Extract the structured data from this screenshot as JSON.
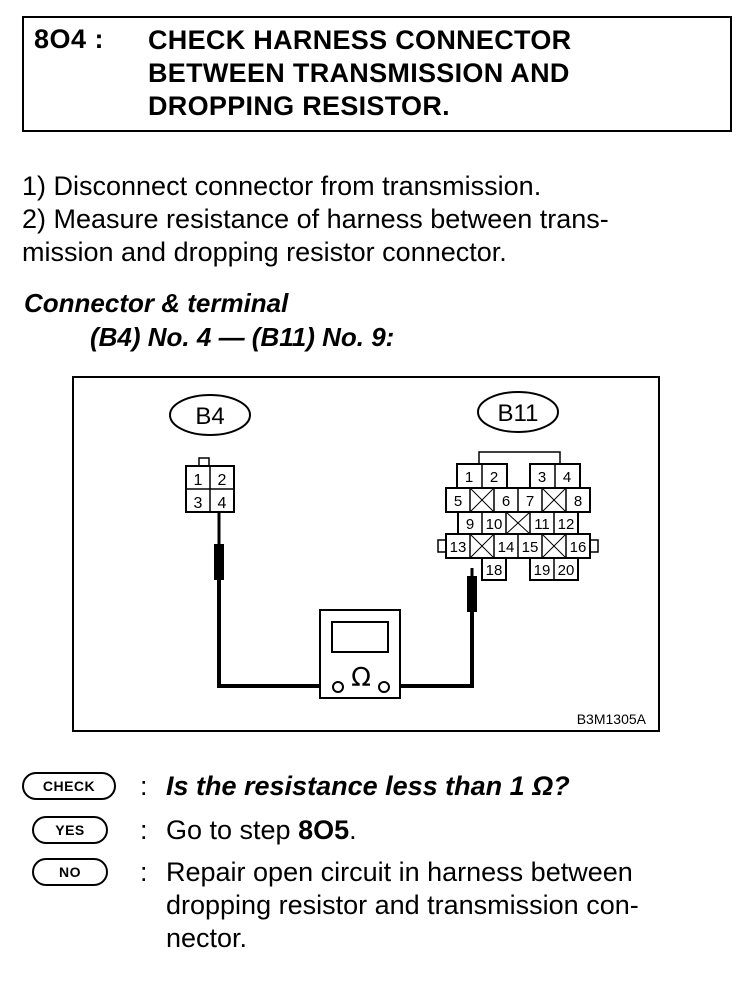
{
  "header": {
    "step_code": "8O4 :",
    "title_lines": [
      "CHECK HARNESS CONNECTOR",
      "BETWEEN TRANSMISSION AND",
      "DROPPING RESISTOR."
    ]
  },
  "instructions": [
    "1)  Disconnect connector from transmission.",
    "2)  Measure resistance of harness between trans-",
    "mission and dropping resistor connector."
  ],
  "connector": {
    "heading": "Connector & terminal",
    "terminals": "(B4) No. 4 — (B11) No. 9:"
  },
  "diagram": {
    "left_connector_label": "B4",
    "right_connector_label": "B11",
    "left_pins": [
      "1",
      "2",
      "3",
      "4"
    ],
    "right_pins": [
      "1",
      "2",
      "3",
      "4",
      "5",
      "6",
      "7",
      "8",
      "9",
      "10",
      "11",
      "12",
      "13",
      "14",
      "15",
      "16",
      "18",
      "19",
      "20"
    ],
    "meter_symbol": "Ω",
    "figure_code": "B3M1305A"
  },
  "qa": {
    "check": {
      "badge": "CHECK",
      "colon": ":",
      "text": "Is the resistance less than 1 Ω?"
    },
    "yes": {
      "badge": "YES",
      "colon": ":",
      "text_prefix": "Go to step ",
      "step": "8O5",
      "text_suffix": "."
    },
    "no": {
      "badge": "NO",
      "colon": ":",
      "lines": [
        "Repair open circuit in harness between",
        "dropping resistor and transmission con-",
        "nector."
      ]
    }
  }
}
